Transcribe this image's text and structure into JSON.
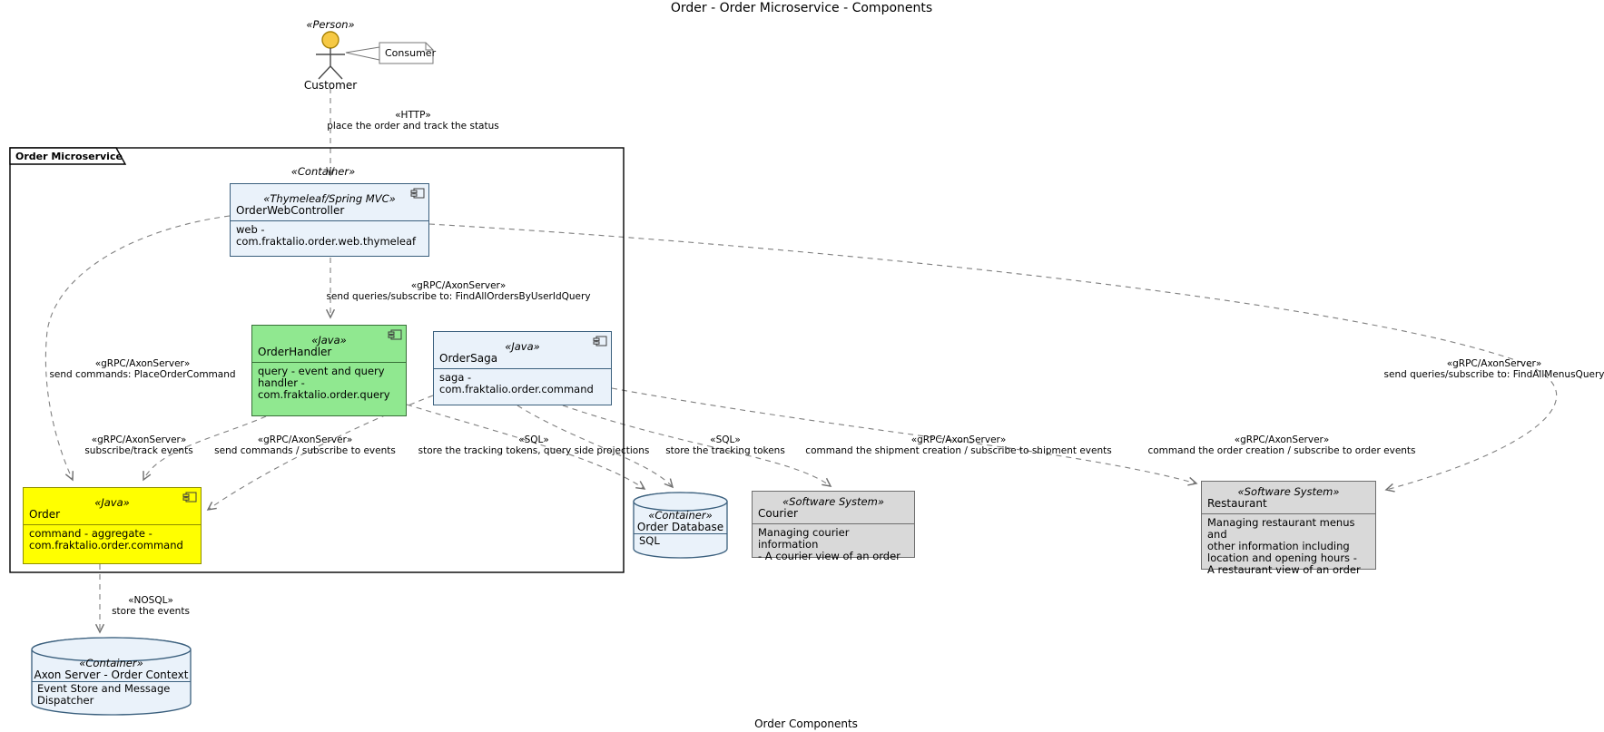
{
  "title": "Order - Order Microservice - Components",
  "caption": "Order Components",
  "actor": {
    "stereotype": "«Person»",
    "name": "Customer"
  },
  "note": {
    "text": "Consumer"
  },
  "frame": {
    "label": "Order Microservice",
    "stereotype": "«Container»"
  },
  "components": {
    "order_web_controller": {
      "stereotype": "«Thymeleaf/Spring MVC»",
      "name": "OrderWebController",
      "body": "web -\ncom.fraktalio.order.web.thymeleaf"
    },
    "order_handler": {
      "stereotype": "«Java»",
      "name": "OrderHandler",
      "body": "query - event and query\nhandler -\ncom.fraktalio.order.query"
    },
    "order_saga": {
      "stereotype": "«Java»",
      "name": "OrderSaga",
      "body": "saga -\ncom.fraktalio.order.command"
    },
    "order_aggregate": {
      "stereotype": "«Java»",
      "name": "Order",
      "body": "command - aggregate -\ncom.fraktalio.order.command"
    },
    "order_database": {
      "stereotype": "«Container»",
      "name": "Order Database",
      "body": "SQL"
    },
    "axon_server": {
      "stereotype": "«Container»",
      "name": "Axon Server - Order Context",
      "body": "Event Store and Message\nDispatcher"
    },
    "courier": {
      "stereotype": "«Software System»",
      "name": "Courier",
      "body": "Managing courier information\n- A courier view of an order"
    },
    "restaurant": {
      "stereotype": "«Software System»",
      "name": "Restaurant",
      "body": "Managing restaurant menus and\nother information including\nlocation and opening hours -\nA restaurant view of an order"
    }
  },
  "edges": {
    "http": {
      "stereotype": "«HTTP»",
      "label": "place the order and track the status"
    },
    "find_all_orders": {
      "stereotype": "«gRPC/AxonServer»",
      "label": "send queries/subscribe to: FindAllOrdersByUserIdQuery"
    },
    "place_order_command": {
      "stereotype": "«gRPC/AxonServer»",
      "label": "send commands: PlaceOrderCommand"
    },
    "subscribe_track_events": {
      "stereotype": "«gRPC/AxonServer»",
      "label": "subscribe/track events"
    },
    "send_commands_subscribe": {
      "stereotype": "«gRPC/AxonServer»",
      "label": "send commands / subscribe to events"
    },
    "sql_projections": {
      "stereotype": "«SQL»",
      "label": "store the tracking tokens, query side projections"
    },
    "sql_tracking_tokens": {
      "stereotype": "«SQL»",
      "label": "store the tracking tokens"
    },
    "shipment_events": {
      "stereotype": "«gRPC/AxonServer»",
      "label": "command the shipment creation / subscribe to shipment events"
    },
    "order_events": {
      "stereotype": "«gRPC/AxonServer»",
      "label": "command the order creation / subscribe to order events"
    },
    "find_all_menus": {
      "stereotype": "«gRPC/AxonServer»",
      "label": "send queries/subscribe to: FindAllMenusQuery"
    },
    "nosql_store_events": {
      "stereotype": "«NOSQL»",
      "label": "store the events"
    }
  },
  "colors": {
    "component_blue": "#EAF2FA",
    "component_green": "#90E890",
    "component_yellow": "#FFFF00",
    "external_grey": "#D9D9D9",
    "connector_grey": "#808080",
    "actor_head": "#F6C944"
  }
}
